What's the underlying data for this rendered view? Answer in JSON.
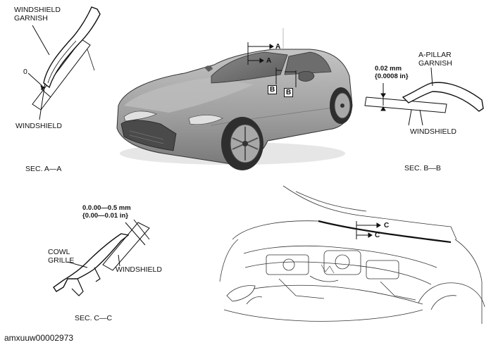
{
  "figure_id": "amxuuw00002973",
  "sections": {
    "aa": {
      "title": "SEC. A—A",
      "label_garnish": "WINDSHIELD\nGARNISH",
      "label_windshield": "WINDSHIELD",
      "gap": "0"
    },
    "bb": {
      "title": "SEC. B—B",
      "label_garnish": "A-PILLAR\nGARNISH",
      "label_windshield": "WINDSHIELD",
      "gap": "0.02 mm\n{0.0008 in}"
    },
    "cc": {
      "title": "SEC. C—C",
      "label_cowl": "COWL\nGRILLE",
      "label_windshield": "WINDSHIELD",
      "gap": "0.0.00—0.5 mm\n{0.00—0.01 in}"
    }
  },
  "callouts": {
    "a": "A",
    "b": "B",
    "c": "C"
  }
}
